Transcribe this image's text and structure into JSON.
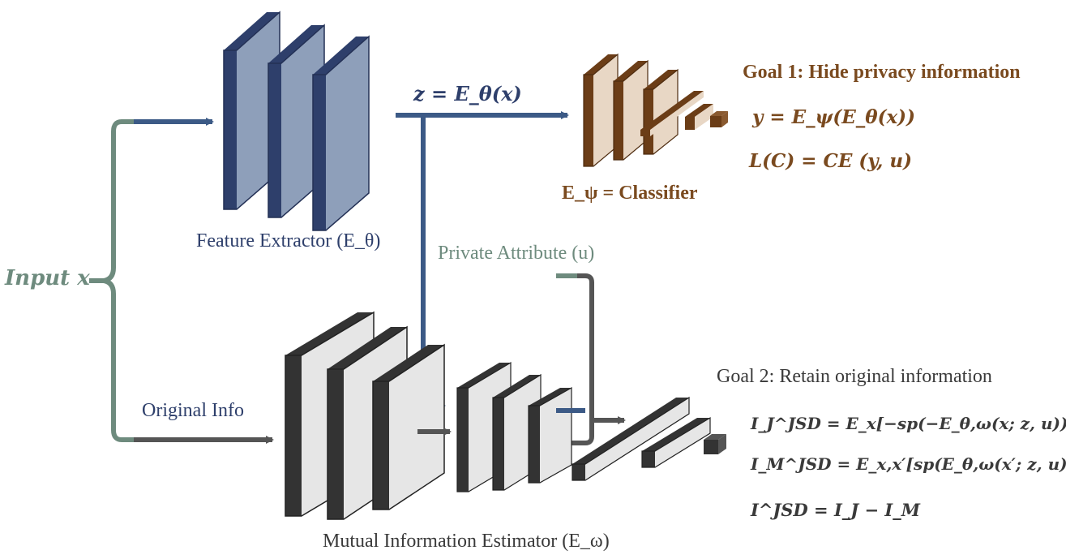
{
  "labels": {
    "input": "Input x",
    "feature_extractor": "Feature Extractor (E_θ)",
    "z_eq": "z = E_θ(x)",
    "classifier": "E_ψ = Classifier",
    "private_attr": "Private Attribute (u)",
    "original_info": "Original Info",
    "mi_estimator": "Mutual Information Estimator (E_ω)"
  },
  "goal1": {
    "title": "Goal 1: Hide privacy information",
    "eq1": "y = E_ψ(E_θ(x))",
    "eq2": "L(C) = CE (y, u)"
  },
  "goal2": {
    "title": "Goal 2: Retain original information",
    "eq1": "I_J^JSD = E_x[−sp(−E_θ,ω(x; z, u))]",
    "eq2": "I_M^JSD = E_x,x′[sp(E_θ,ω(x′; z, u))]",
    "eq3": "I^JSD = I_J − I_M"
  },
  "colors": {
    "navy": "#2e3f6b",
    "blue_arrow": "#3c5a86",
    "sage": "#6e8b7e",
    "brown": "#7a4a1f",
    "dark": "#4a4a4a"
  }
}
